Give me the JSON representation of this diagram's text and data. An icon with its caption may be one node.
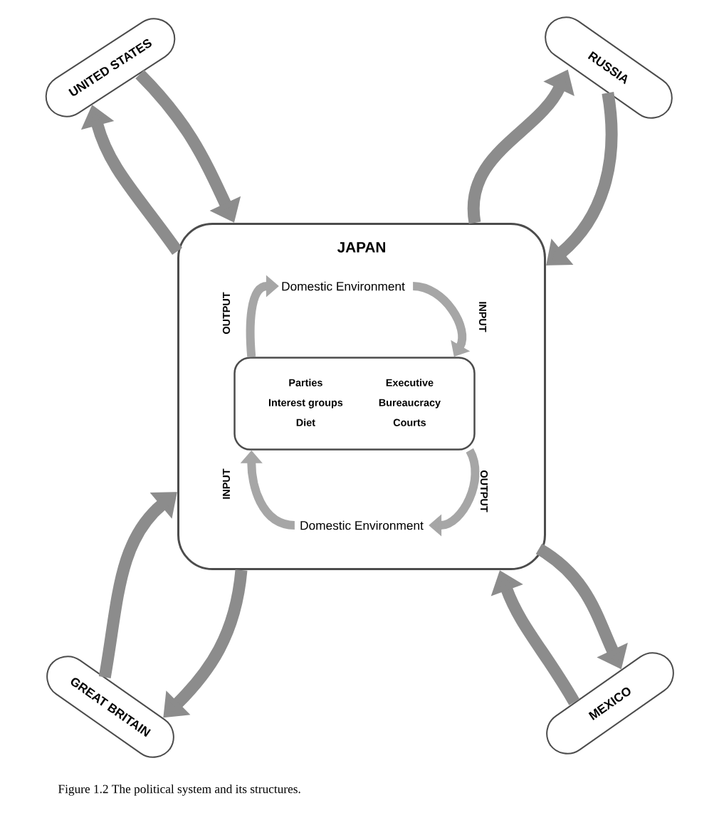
{
  "diagram": {
    "caption": "Figure 1.2 The political system and its structures.",
    "nodes": [
      {
        "text": [
          "UNITED STATES"
        ]
      },
      {
        "text": [
          "RUSSIA"
        ]
      },
      {
        "text": [
          "JAPAN"
        ]
      },
      {
        "text": [
          "Domestic Environment"
        ],
        "in": 2
      },
      {
        "text": [
          "Parties",
          "Executive",
          "Interest groups",
          "Bureaucracy",
          "Diet",
          "Courts"
        ],
        "in": 2
      },
      {
        "text": [
          "Domestic Environment"
        ],
        "in": 2
      },
      {
        "text": [
          "GREAT BRITAIN"
        ]
      },
      {
        "text": [
          "MEXICO"
        ]
      }
    ],
    "edges": [
      {
        "from": 2,
        "to": 0,
        "arrow": "to"
      },
      {
        "from": 0,
        "to": 2,
        "arrow": "to"
      },
      {
        "from": 2,
        "to": 1,
        "arrow": "to"
      },
      {
        "from": 1,
        "to": 2,
        "arrow": "to"
      },
      {
        "from": 4,
        "to": 3,
        "arrow": "to",
        "label": "OUTPUT"
      },
      {
        "from": 3,
        "to": 4,
        "arrow": "to",
        "label": "INPUT"
      },
      {
        "from": 5,
        "to": 4,
        "arrow": "to",
        "label": "INPUT"
      },
      {
        "from": 4,
        "to": 5,
        "arrow": "to",
        "label": "OUTPUT"
      },
      {
        "from": 6,
        "to": 2,
        "arrow": "to"
      },
      {
        "from": 2,
        "to": 6,
        "arrow": "to"
      },
      {
        "from": 2,
        "to": 7,
        "arrow": "to"
      },
      {
        "from": 7,
        "to": 2,
        "arrow": "to"
      }
    ]
  }
}
